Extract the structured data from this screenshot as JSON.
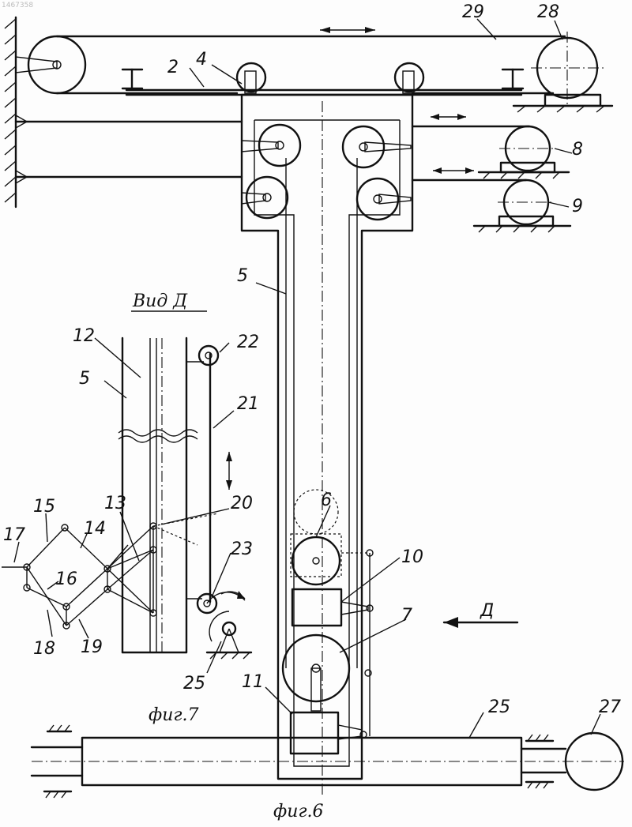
{
  "watermark": "1467358",
  "labels": {
    "l2": "2",
    "l4": "4",
    "l5a": "5",
    "l5b": "5",
    "l6": "6",
    "l7": "7",
    "l8": "8",
    "l9": "9",
    "l10": "10",
    "l11": "11",
    "l12": "12",
    "l13": "13",
    "l14": "14",
    "l15": "15",
    "l16": "16",
    "l17": "17",
    "l18": "18",
    "l19": "19",
    "l20": "20",
    "l21": "21",
    "l22": "22",
    "l23": "23",
    "l25a": "25",
    "l25b": "25",
    "l27": "27",
    "l28": "28",
    "l29": "29",
    "arrowD": "Д"
  },
  "captions": {
    "view": "Вид Д",
    "fig6": "фиг.6",
    "fig7": "фиг.7"
  }
}
